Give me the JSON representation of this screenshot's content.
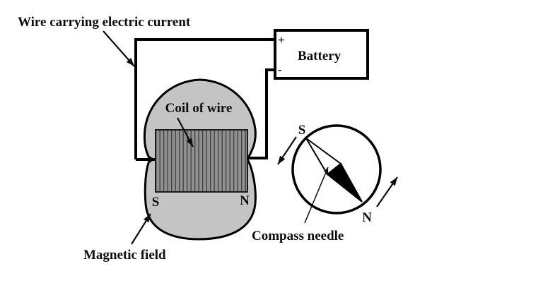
{
  "figure": {
    "wire_label": "Wire carrying electric current",
    "battery": {
      "label": "Battery",
      "positive_terminal": "+",
      "negative_terminal": "-"
    },
    "coil_label": "Coil of wire",
    "electromagnet_poles": {
      "south": "S",
      "north": "N"
    },
    "magnetic_field_label": "Magnetic field",
    "compass": {
      "label": "Compass needle",
      "south": "S",
      "north": "N"
    }
  },
  "colors": {
    "field_fill": "#c4c4c4",
    "coil_fill": "#909090",
    "coil_hatch": "#3e3e3e",
    "needle_fill": "#000000",
    "background": "#ffffff"
  }
}
